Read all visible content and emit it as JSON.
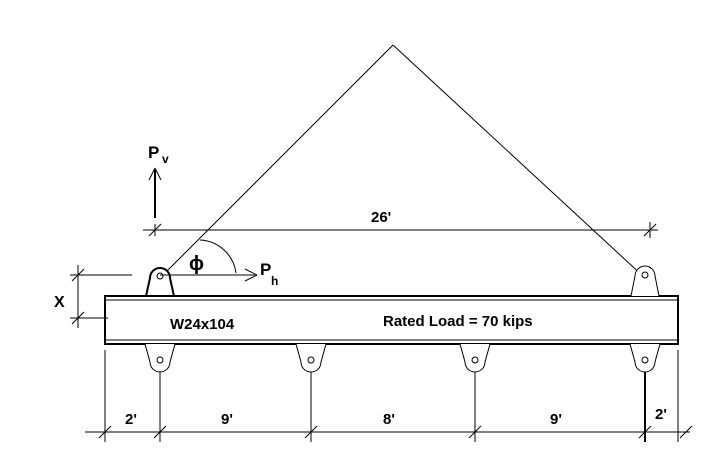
{
  "beam": {
    "section_label": "W24x104",
    "rated_load_label": "Rated Load = 70 kips"
  },
  "forces": {
    "vertical_label": "P",
    "vertical_subscript": "v",
    "horizontal_label": "P",
    "horizontal_subscript": "h",
    "angle_symbol": "ϕ"
  },
  "dimensions": {
    "sling_span": "26'",
    "height_offset": "X",
    "segments": [
      "2'",
      "9'",
      "8'",
      "9'",
      "2'"
    ]
  }
}
